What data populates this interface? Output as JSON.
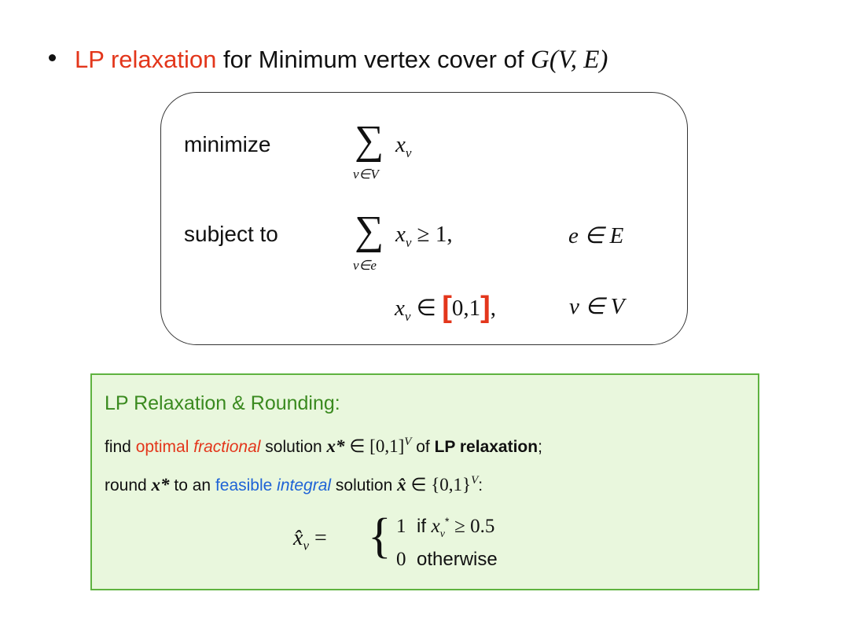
{
  "bullet": {
    "highlight": "LP relaxation",
    "text": " for Minimum vertex cover of ",
    "math": "G(V, E)"
  },
  "lp": {
    "minimize_label": "minimize",
    "subject_to_label": "subject to",
    "objective_sum_index": "v∈V",
    "objective_expr": "x",
    "objective_sub": "v",
    "constraint_sum_index": "v∈e",
    "constraint_expr": "x",
    "constraint_sub": "v",
    "constraint_rhs": "≥ 1,",
    "constraint_range": "e ∈ E",
    "bound_expr": "x",
    "bound_sub": "v",
    "bound_in": "∈",
    "bound_open": "[",
    "bound_interval": "0,1",
    "bound_close": "]",
    "bound_comma": ",",
    "bound_range": "v ∈ V"
  },
  "rounding": {
    "title": "LP Relaxation & Rounding:",
    "line1": {
      "prefix": "find ",
      "optimal": "optimal",
      "fractional": "fractional",
      "mid": " solution ",
      "xstar": "x*",
      "set": "∈ [0,1]",
      "set_sup": "V",
      "of": " of ",
      "lp": "LP relaxation",
      "end": ";"
    },
    "line2": {
      "prefix": "round ",
      "xstar": "x*",
      "mid": " to an ",
      "feasible": "feasible",
      "integral": "integral",
      "mid2": " solution ",
      "xhat": "x̂",
      "set": "∈ {0,1}",
      "set_sup": "V",
      "end": ":"
    },
    "cases": {
      "lhs": "x̂",
      "lhs_sub": "v",
      "eq": "=",
      "case1_value": "1",
      "case1_cond_prefix": "if ",
      "case1_cond_math": "x",
      "case1_cond_sub": "v",
      "case1_cond_sup": "*",
      "case1_cond_rest": "≥ 0.5",
      "case2_value": "0",
      "case2_cond": "otherwise"
    }
  }
}
